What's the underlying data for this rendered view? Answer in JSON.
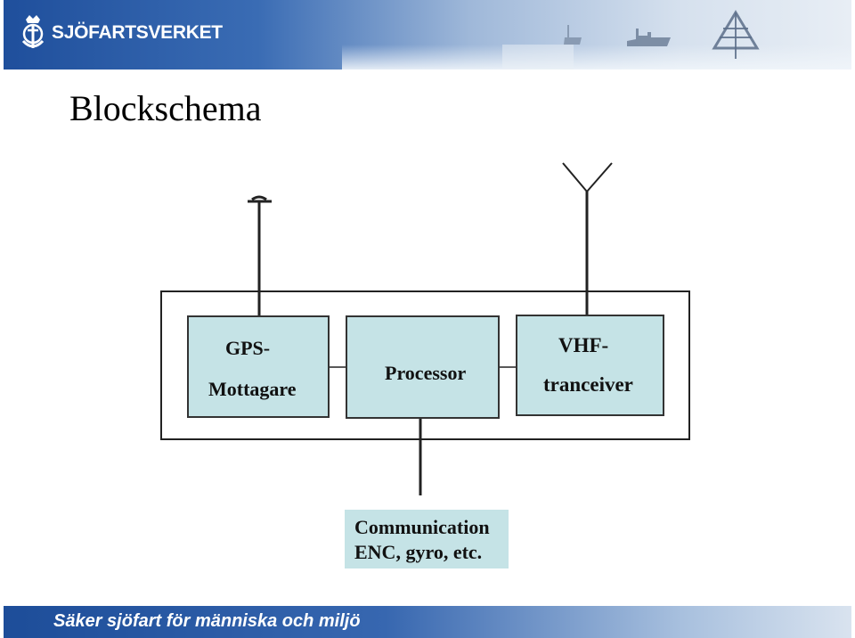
{
  "header": {
    "brand_name": "SJÖFARTSVERKET"
  },
  "slide": {
    "title": "Blockschema"
  },
  "diagram": {
    "gps_line1": "GPS-",
    "gps_line2": "Mottagare",
    "processor": "Processor",
    "vhf_line1": "VHF-",
    "vhf_line2": "tranceiver",
    "comm_line1": "Communication",
    "comm_line2": "ENC, gyro, etc."
  },
  "footer": {
    "slogan": "Säker sjöfart för människa och miljö"
  },
  "colors": {
    "banner_blue": "#1f4f9c",
    "box_fill": "#c5e3e6"
  }
}
